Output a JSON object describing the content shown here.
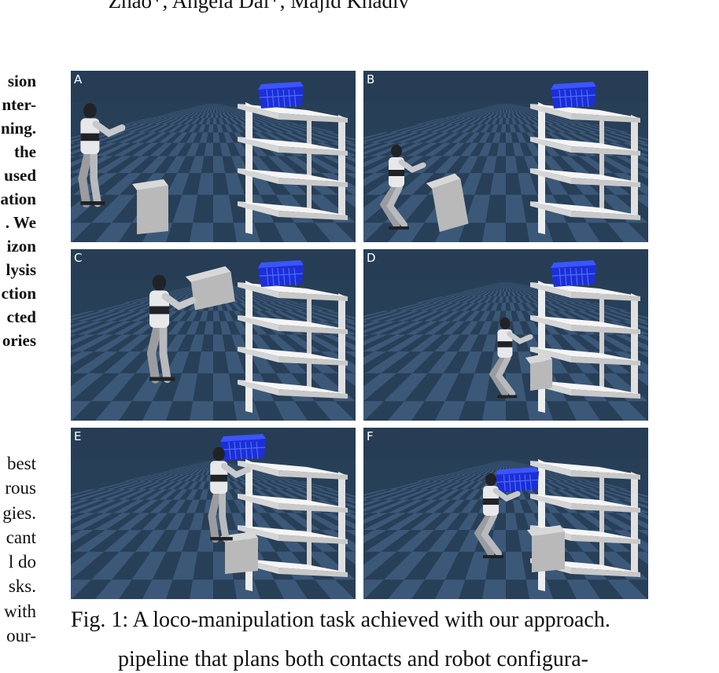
{
  "authors_line": "Zhao*, Angela Dai*, Majid Khadiv",
  "abstract_fragment": [
    "sion",
    "nter-",
    "ning.",
    "the",
    "used",
    "ation",
    ". We",
    "izon",
    "lysis",
    "ction",
    "cted",
    "ories"
  ],
  "body_fragment": [
    "best",
    "rous",
    "gies.",
    "cant",
    "l do",
    "sks.",
    "with",
    "our-"
  ],
  "figure": {
    "panels": [
      {
        "letter": "A"
      },
      {
        "letter": "B"
      },
      {
        "letter": "C"
      },
      {
        "letter": "D"
      },
      {
        "letter": "E"
      },
      {
        "letter": "F"
      }
    ],
    "caption": "Fig. 1: A loco-manipulation task achieved with our approach."
  },
  "next_paragraph": "pipeline that plans both contacts and robot configura-"
}
